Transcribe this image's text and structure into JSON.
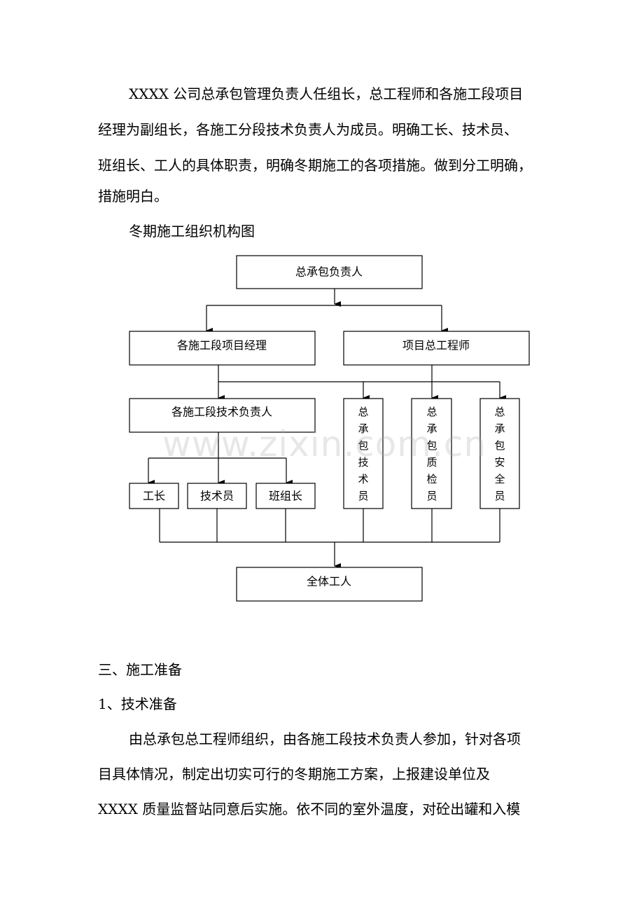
{
  "intro": {
    "lines": [
      "XXXX 公司总承包管理负责人任组长，总工程师和各施工段项目",
      "经理为副组长，各施工分段技术负责人为成员。明确工长、技术员、",
      "班组长、工人的具体职责，明确冬期施工的各项措施。做到分工明确，",
      "措施明白。"
    ]
  },
  "org_chart": {
    "caption": "冬期施工组织机构图",
    "nodes": {
      "head": "总承包负责人",
      "section_manager": "各施工段项目经理",
      "chief_engineer": "项目总工程师",
      "tech_lead": "各施工段技术负责人",
      "foreman": "工长",
      "technician": "技术员",
      "team_leader": "班组长",
      "gc_technician": [
        "总",
        "承",
        "包",
        "技",
        "术",
        "员"
      ],
      "gc_inspector": [
        "总",
        "承",
        "包",
        "质",
        "检",
        "员"
      ],
      "gc_safety": [
        "总",
        "承",
        "包",
        "安",
        "全",
        "员"
      ],
      "all_workers": "全体工人"
    }
  },
  "section3": {
    "heading": "三、施工准备",
    "sub1": "1、技术准备",
    "para_lines": [
      "由总承包总工程师组织，由各施工段技术负责人参加，针对各项",
      "目具体情况，制定出切实可行的冬期施工方案，上报建设单位及",
      "XXXX 质量监督站同意后实施。依不同的室外温度，对砼出罐和入模"
    ]
  },
  "watermark": "www.zixin.com.cn"
}
